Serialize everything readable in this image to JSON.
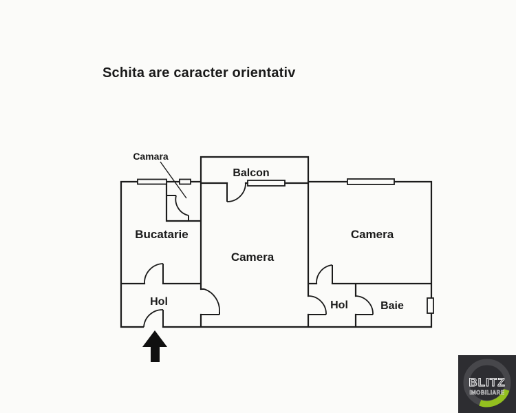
{
  "title": "Schita are caracter orientativ",
  "plan": {
    "rooms": {
      "camara": {
        "label": "Camara"
      },
      "balcon": {
        "label": "Balcon"
      },
      "bucatarie": {
        "label": "Bucatarie"
      },
      "camera_mid": {
        "label": "Camera"
      },
      "camera_right": {
        "label": "Camera"
      },
      "hol_left": {
        "label": "Hol"
      },
      "hol_right": {
        "label": "Hol"
      },
      "baie": {
        "label": "Baie"
      }
    },
    "features": [
      "entrance-arrow",
      "windows",
      "door-swings",
      "camara-leader-line"
    ]
  },
  "logo": {
    "brand": "BLITZ",
    "subtitle": "IMOBILIARE"
  },
  "colors": {
    "wall": "#1b1b1b",
    "background": "#fbfbf9",
    "text": "#1a1a1a",
    "logo_bg": "#2d2d31",
    "logo_ring": "#47474b",
    "logo_green": "#93c01f"
  }
}
